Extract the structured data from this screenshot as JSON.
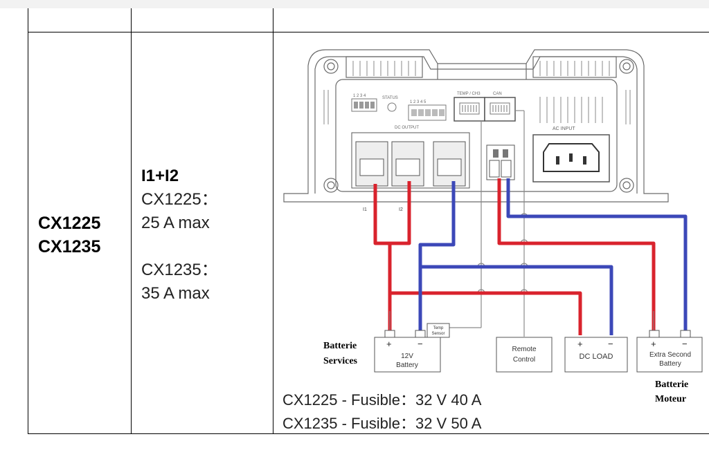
{
  "table": {
    "model_lines": [
      "CX1225",
      "CX1235"
    ],
    "current": {
      "heading": "I1+I2",
      "lines_a": [
        "CX1225：",
        "25 A max"
      ],
      "lines_b": [
        "CX1235：",
        "35 A max"
      ]
    }
  },
  "diagram": {
    "device_labels": {
      "status": "STATUS",
      "dc_output": "DC OUTPUT",
      "temp_can": "TEMP / CH3",
      "can": "CAN",
      "ac_input": "AC INPUT",
      "dip_numbers": "1 2 3 4",
      "chs_numbers": "1 2 3 4 5",
      "i1": "I1",
      "i2": "I2"
    },
    "boxes": {
      "battery_12v": [
        "12V",
        "Battery"
      ],
      "temp_sensor": [
        "Temp",
        "Sensor"
      ],
      "remote_control": [
        "Remote",
        "Control"
      ],
      "dc_load": "DC LOAD",
      "extra_battery": [
        "Extra Second",
        "Battery"
      ]
    },
    "terminal_signs": {
      "plus": "+",
      "minus": "−"
    },
    "handwritten": {
      "batterie_services": [
        "Batterie",
        "Services"
      ],
      "batterie_moteur": [
        "Batterie",
        "Moteur"
      ]
    },
    "fuse_notes": [
      "CX1225 - Fusible：32 V 40 A",
      "CX1235 - Fusible：32 V 50 A"
    ],
    "wire_colors": {
      "positive": "#d9232d",
      "negative": "#3c48b8",
      "thin": "#8a8a8a"
    }
  }
}
